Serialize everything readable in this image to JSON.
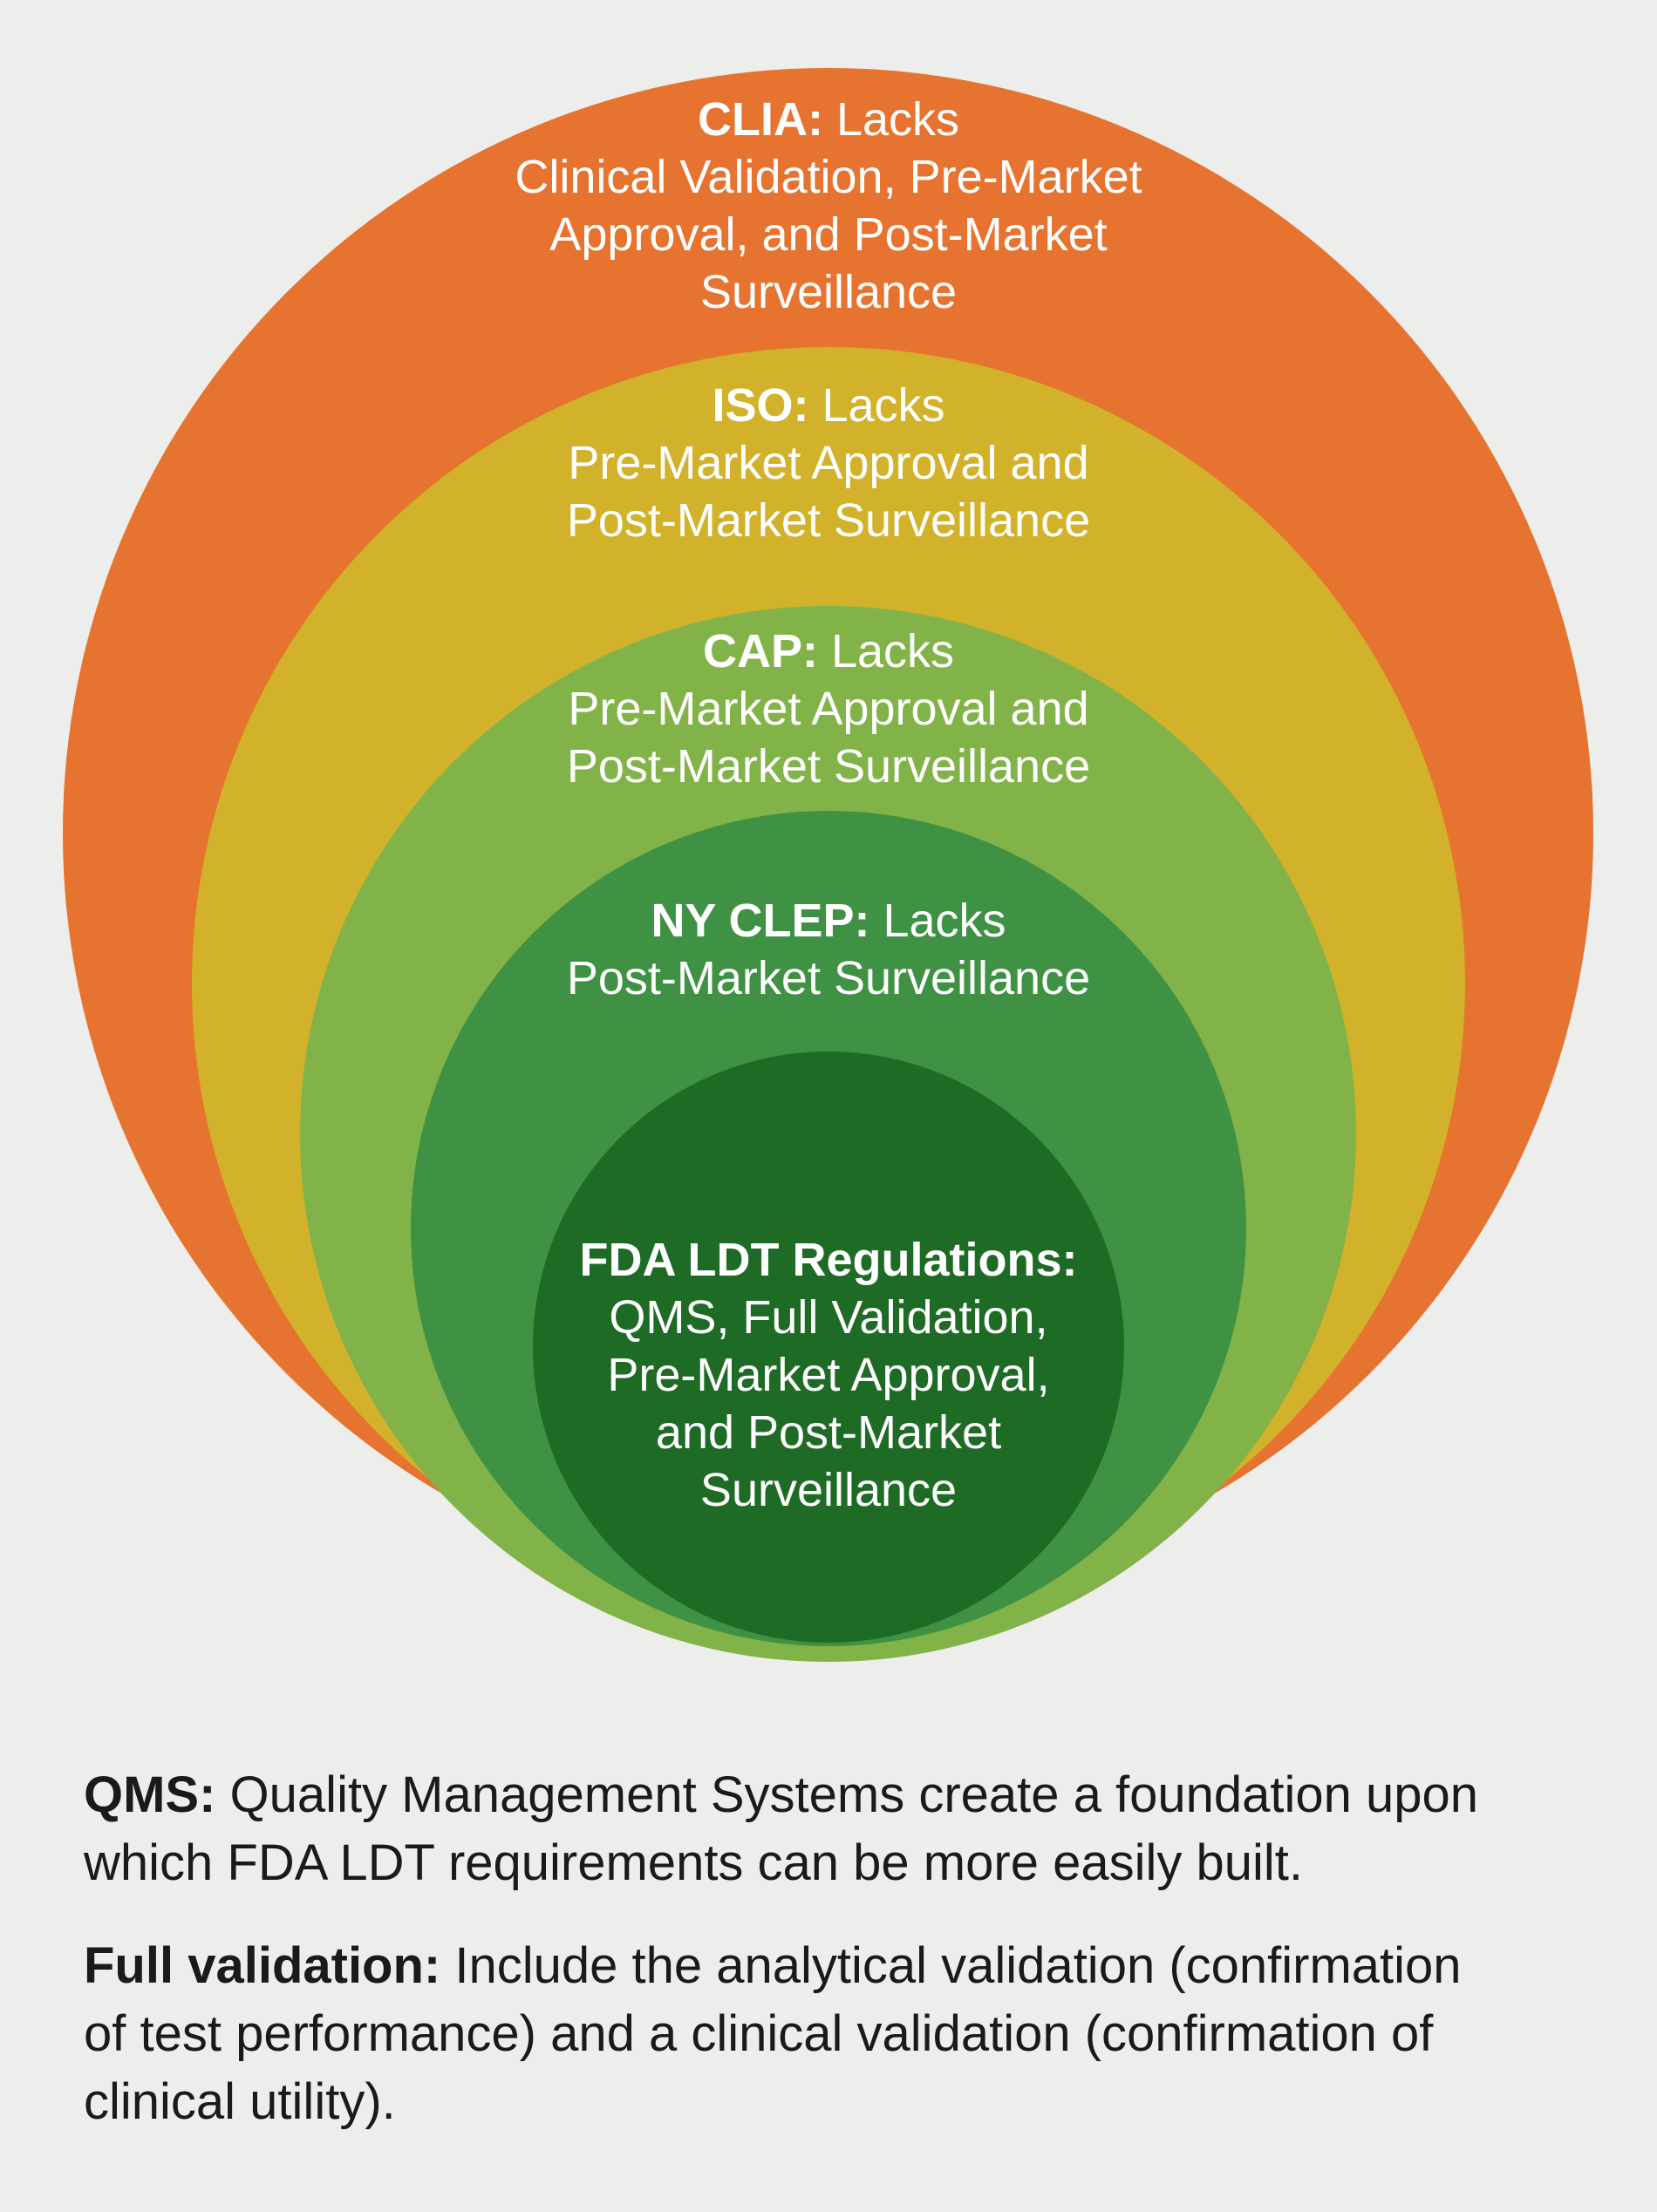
{
  "background_color": "#EDEDEB",
  "diagram": {
    "type": "nested-circles",
    "description_of_visual": "Five bottom-aligned nested circles comparing lab regulatory frameworks",
    "rings": [
      {
        "name": "CLIA",
        "color": "#E6732F",
        "text_color": "#FFFFFF",
        "title_bold": "CLIA:",
        "title_rest": " Lacks",
        "lines": [
          "Clinical Validation, Pre-Market",
          "Approval, and Post-Market",
          "Surveillance"
        ]
      },
      {
        "name": "ISO",
        "color": "#D2B22A",
        "text_color": "#FFFFFF",
        "title_bold": "ISO:",
        "title_rest": " Lacks",
        "lines": [
          "Pre-Market Approval and",
          "Post-Market Surveillance"
        ]
      },
      {
        "name": "CAP",
        "color": "#82B348",
        "text_color": "#FFFFFF",
        "title_bold": "CAP:",
        "title_rest": " Lacks",
        "lines": [
          "Pre-Market Approval and",
          "Post-Market Surveillance"
        ]
      },
      {
        "name": "NY CLEP",
        "color": "#3F9144",
        "text_color": "#FFFFFF",
        "title_bold": "NY CLEP:",
        "title_rest": " Lacks",
        "lines": [
          "Post-Market Surveillance"
        ]
      },
      {
        "name": "FDA LDT Regulations",
        "color": "#1E6B26",
        "text_color": "#FFFFFF",
        "title_bold": "FDA LDT Regulations:",
        "title_rest": "",
        "lines": [
          "QMS, Full Validation,",
          "Pre-Market Approval,",
          "and Post-Market",
          "Surveillance"
        ]
      }
    ]
  },
  "footnotes": [
    {
      "bold": "QMS:",
      "lines": [
        " Quality Management Systems create a foundation upon",
        "which FDA LDT requirements can be more easily built."
      ]
    },
    {
      "bold": "Full validation:",
      "lines": [
        " Include the analytical validation (confirmation",
        "of test performance) and a clinical validation (confirmation of",
        "clinical utility)."
      ]
    }
  ]
}
